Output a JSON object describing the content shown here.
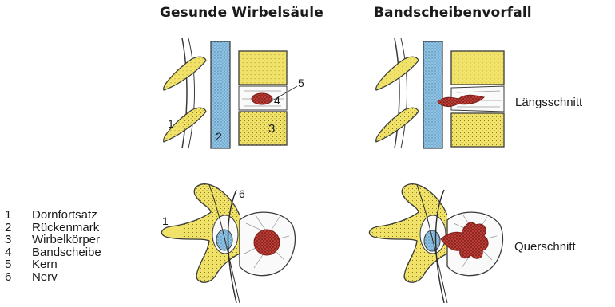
{
  "titles": {
    "healthy": "Gesunde Wirbelsäule",
    "herniated": "Bandscheibenvorfall"
  },
  "row_labels": {
    "sagittal": "Längsschnitt",
    "axial": "Querschnitt"
  },
  "callouts": {
    "spinous_process": "1",
    "spinal_cord": "2",
    "vertebral_body": "3",
    "disc": "4",
    "nucleus": "5",
    "nerve": "6",
    "spinous_process_axial": "1"
  },
  "legend": [
    {
      "num": "1",
      "label": "Dornfortsatz"
    },
    {
      "num": "2",
      "label": "Rückenmark"
    },
    {
      "num": "3",
      "label": "Wirbelkörper"
    },
    {
      "num": "4",
      "label": "Bandscheibe"
    },
    {
      "num": "5",
      "label": "Kern"
    },
    {
      "num": "6",
      "label": "Nerv"
    }
  ],
  "colors": {
    "bone": "#f2e36a",
    "spinal_cord": "#8fc4e6",
    "nucleus": "#c4403a",
    "outline": "#3a3a3a"
  }
}
